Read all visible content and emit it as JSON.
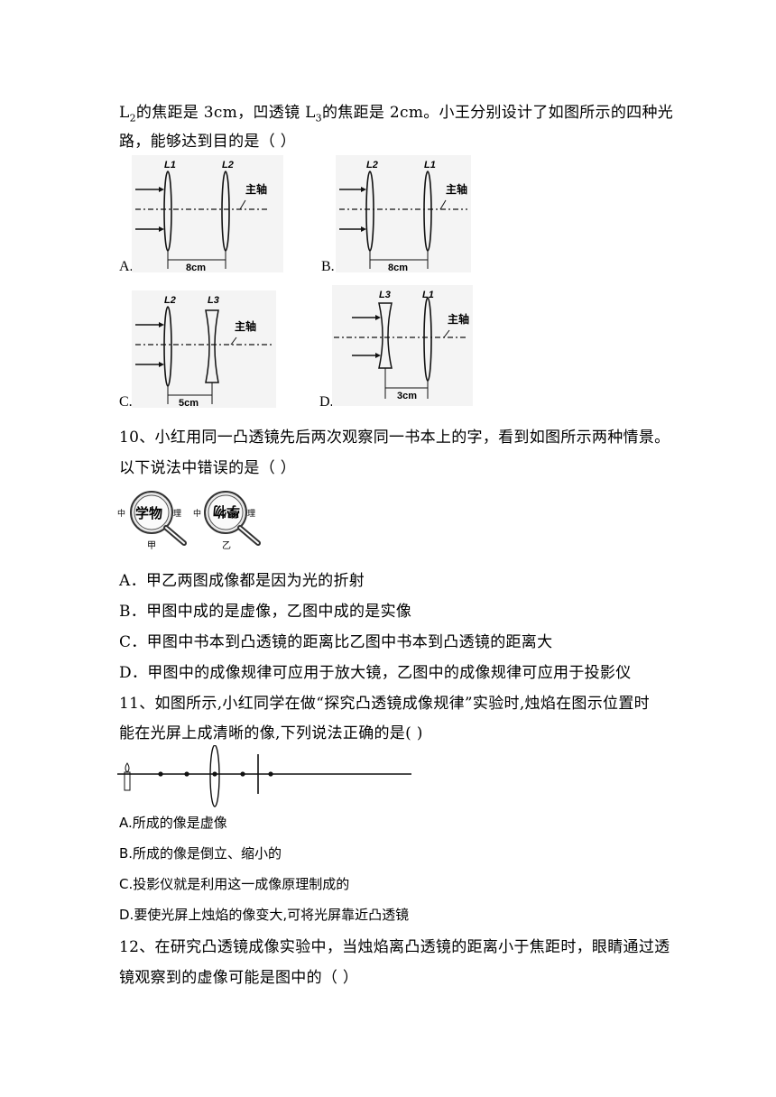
{
  "q9": {
    "line1_pre": "L",
    "line1_sub1": "2",
    "line1_mid": "的焦距是 3cm，凹透镜 L",
    "line1_sub2": "3",
    "line1_post": "的焦距是 2cm。小王分别设计了如图所示的四种光",
    "line2": "路，能够达到目的是（        ）",
    "figures": [
      {
        "label": "A.",
        "lens_left": "L1",
        "lens_right": "L2",
        "axis": "主轴",
        "dist": "8cm"
      },
      {
        "label": "B.",
        "lens_left": "L2",
        "lens_right": "L1",
        "axis": "主轴",
        "dist": "8cm"
      },
      {
        "label": "C.",
        "lens_left": "L2",
        "lens_right": "L3",
        "axis": "主轴",
        "dist": "5cm"
      },
      {
        "label": "D.",
        "lens_left": "L3",
        "lens_right": "L1",
        "axis": "主轴",
        "dist": "3cm"
      }
    ]
  },
  "q10": {
    "line1": "10、小红用同一凸透镜先后两次观察同一书本上的字，看到如图所示两种情景。",
    "line2": "以下说法中错误的是（        ）",
    "fig": {
      "jia_text": "学物",
      "yi_text": "學物",
      "left_char": "中",
      "right_char": "理",
      "jia_label": "甲",
      "yi_label": "乙"
    },
    "options": [
      "A．甲乙两图成像都是因为光的折射",
      "B．甲图中成的是虚像，乙图中成的是实像",
      "C．甲图中书本到凸透镜的距离比乙图中书本到凸透镜的距离大",
      "D．甲图中的成像规律可应用于放大镜，乙图中的成像规律可应用于投影仪"
    ]
  },
  "q11": {
    "line1": "11、如图所示,小红同学在做“探究凸透镜成像规律”实验时,烛焰在图示位置时",
    "line2": "能在光屏上成清晰的像,下列说法正确的是(        )",
    "options": [
      "A.所成的像是虚像",
      "B.所成的像是倒立、缩小的",
      "C.投影仪就是利用这一成像原理制成的",
      "D.要使光屏上烛焰的像变大,可将光屏靠近凸透镜"
    ]
  },
  "q12": {
    "line1": "12、在研究凸透镜成像实验中，当烛焰离凸透镜的距离小于焦距时，眼睛通过透",
    "line2": "镜观察到的虚像可能是图中的（        ）"
  }
}
